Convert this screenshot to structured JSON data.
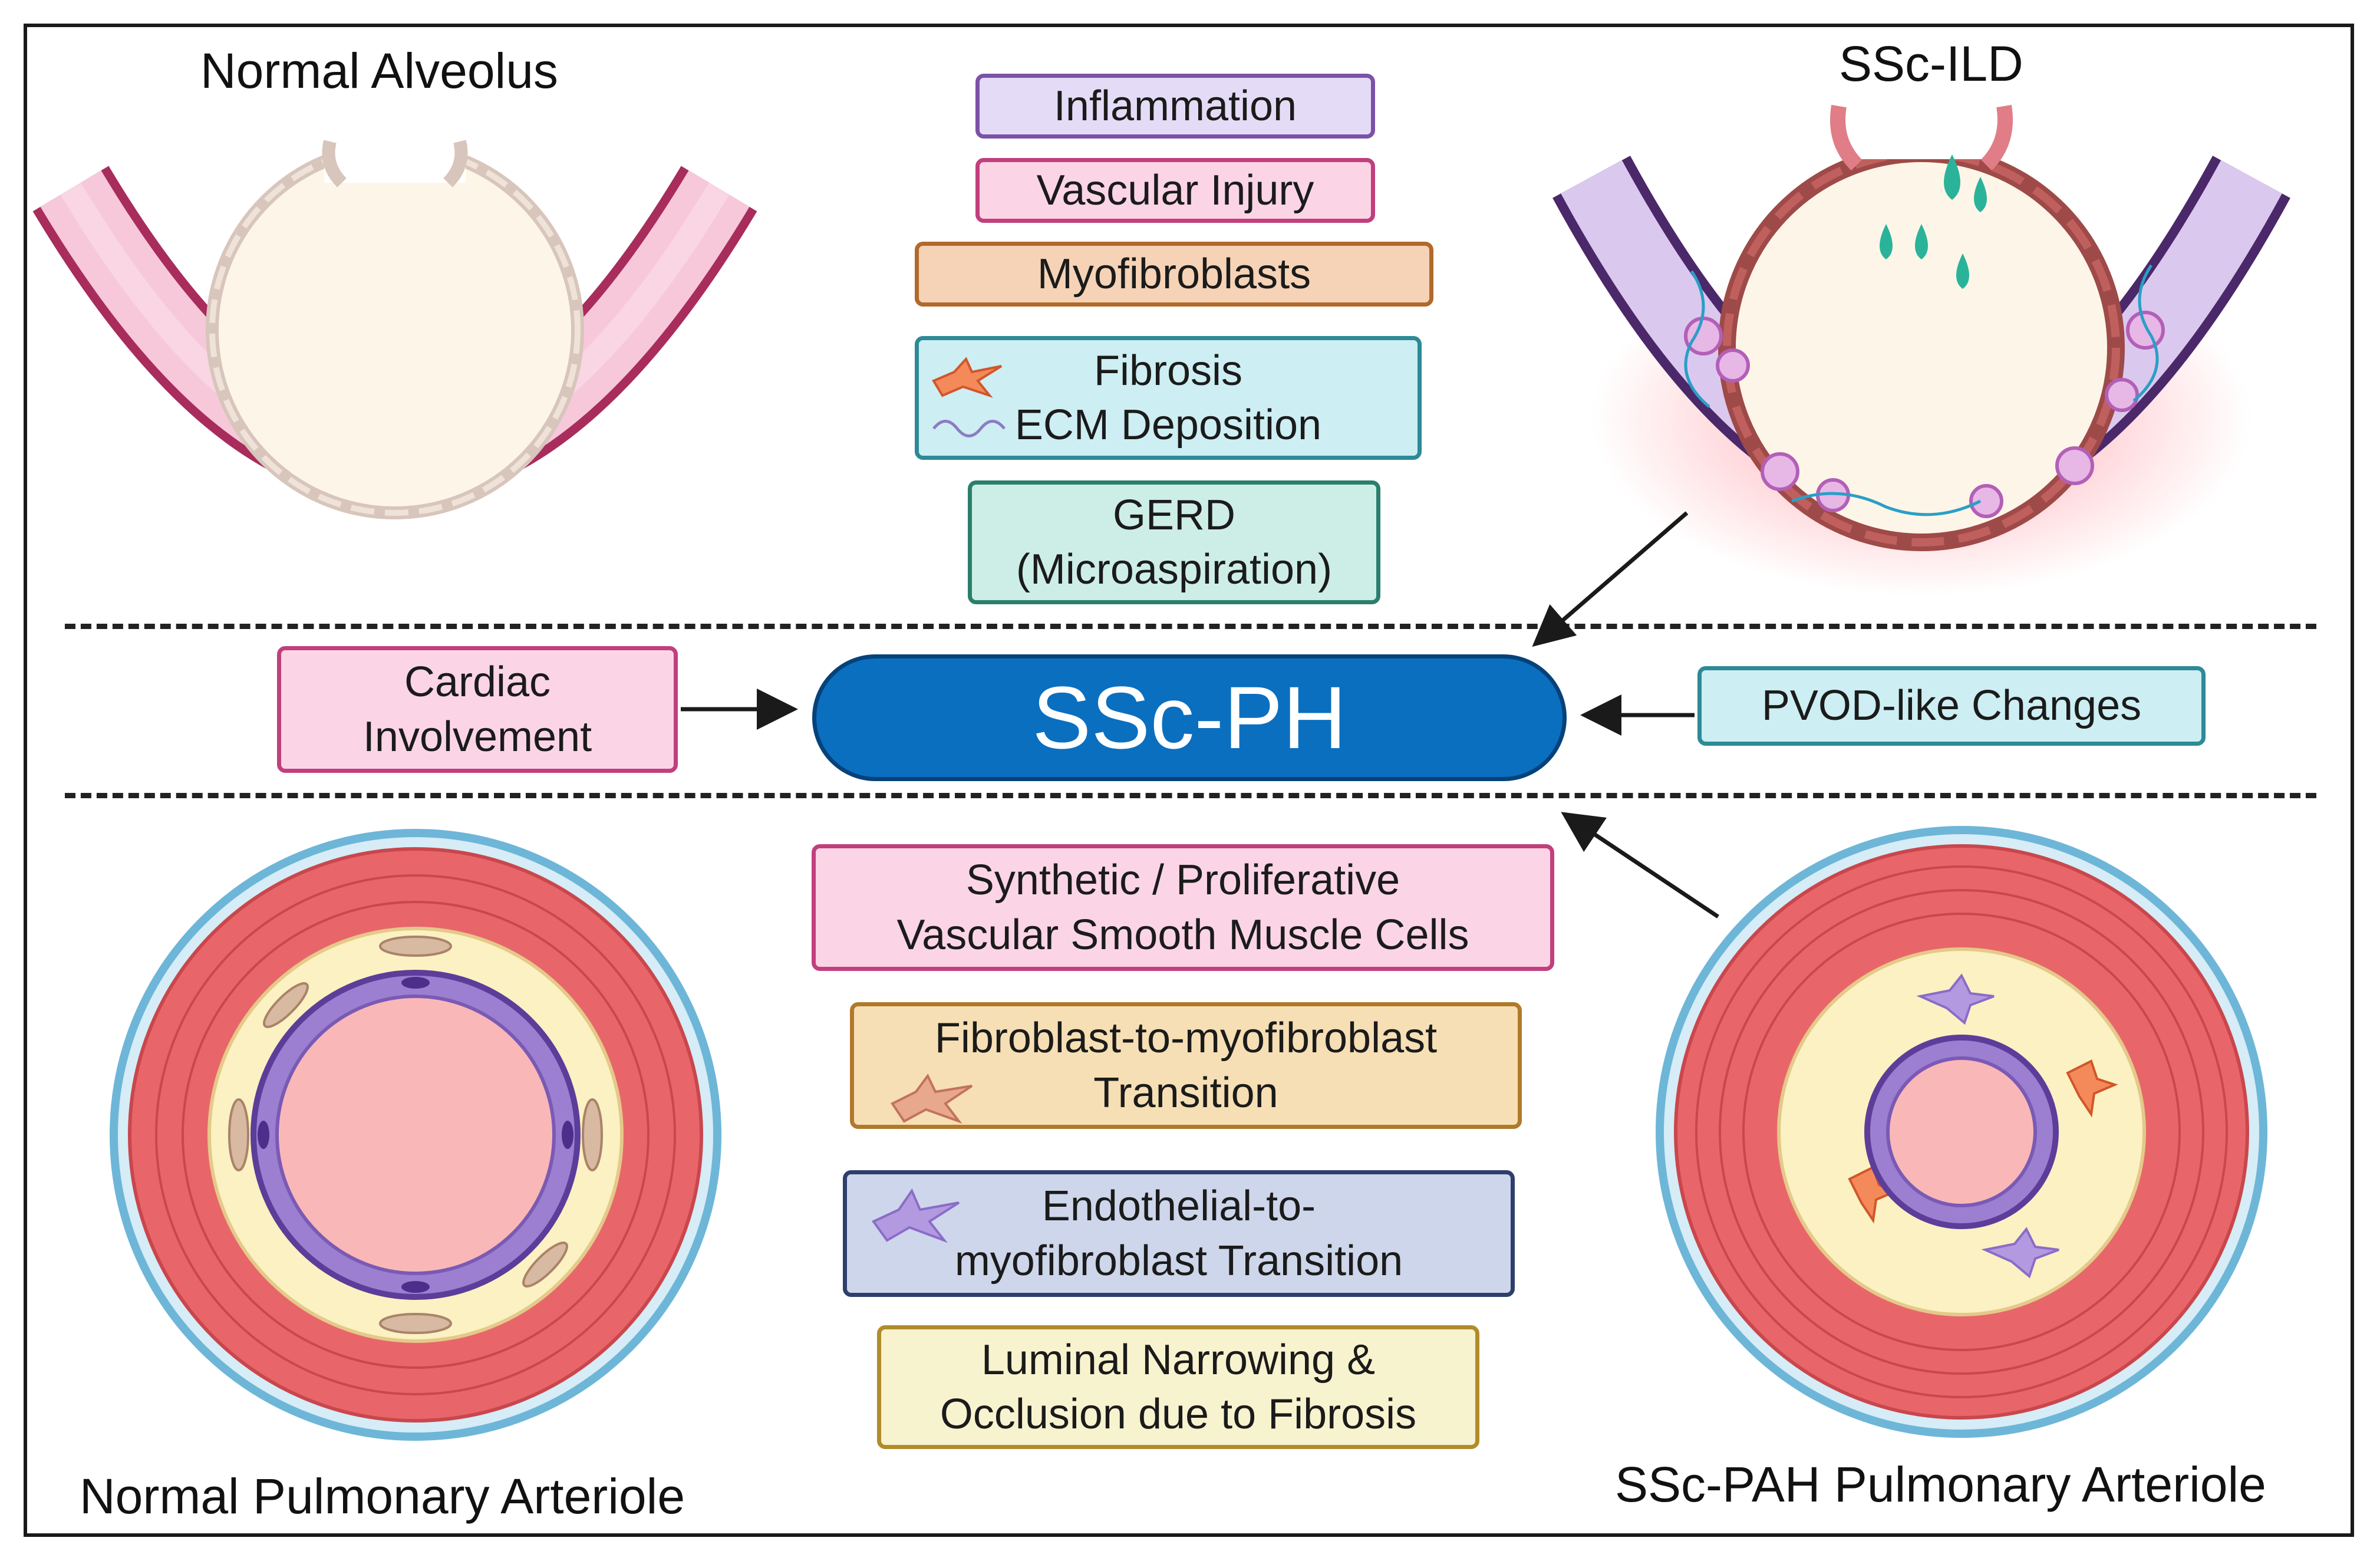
{
  "titles": {
    "normal_alveolus": "Normal Alveolus",
    "ssc_ild": "SSc-ILD",
    "normal_arteriole": "Normal Pulmonary Arteriole",
    "ssc_pah_arteriole": "SSc-PAH Pulmonary Arteriole"
  },
  "center": {
    "label": "SSc-PH"
  },
  "side": {
    "left": [
      "Cardiac",
      "Involvement"
    ],
    "right": [
      "PVOD-like Changes"
    ]
  },
  "top_boxes": [
    {
      "lines": [
        "Inflammation"
      ],
      "fill": "#e4dcf6",
      "border": "#7b52a8"
    },
    {
      "lines": [
        "Vascular Injury"
      ],
      "fill": "#fbd5e6",
      "border": "#c13f7d"
    },
    {
      "lines": [
        "Myofibroblasts"
      ],
      "fill": "#f6d3b6",
      "border": "#b06a2c"
    },
    {
      "lines": [
        "Fibrosis",
        "ECM Deposition"
      ],
      "fill": "#cdeef3",
      "border": "#2d8a96"
    },
    {
      "lines": [
        "GERD",
        "(Microaspiration)"
      ],
      "fill": "#cdeee6",
      "border": "#2a7f6c"
    }
  ],
  "bottom_boxes": [
    {
      "lines": [
        "Synthetic / Proliferative",
        "Vascular Smooth Muscle Cells"
      ],
      "fill": "#fbd5e6",
      "border": "#c13f7d"
    },
    {
      "lines": [
        "Fibroblast-to-myofibroblast",
        "Transition"
      ],
      "fill": "#f6dfb4",
      "border": "#b07a2a"
    },
    {
      "lines": [
        "Endothelial-to-",
        "myofibroblast Transition"
      ],
      "fill": "#cdd6ea",
      "border": "#2e3f6b"
    },
    {
      "lines": [
        "Luminal Narrowing &",
        "Occlusion due to Fibrosis"
      ],
      "fill": "#f8f3cf",
      "border": "#b08c2a"
    }
  ],
  "colors": {
    "center_fill": "#0b6fc0",
    "alveolus_wall": "#f7c8da",
    "alveolus_edge": "#a82c5c",
    "ild_wall": "#dbc8ee",
    "ild_edge": "#4b2869",
    "vessel_media": "#e8666a",
    "vessel_adventitia": "#fbf1c2",
    "vessel_intima": "#9c7fd0",
    "lumen": "#f9b7b7",
    "outer_ring": "#7fc6e2"
  }
}
